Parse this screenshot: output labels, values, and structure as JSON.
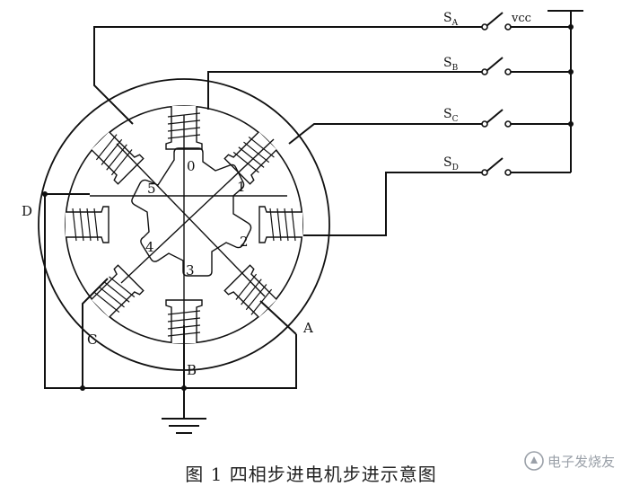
{
  "labels": {
    "sa": "S",
    "sa_sub": "A",
    "sb": "S",
    "sb_sub": "B",
    "sc": "S",
    "sc_sub": "C",
    "sd": "S",
    "sd_sub": "D",
    "vcc": "vcc",
    "phase_a": "A",
    "phase_b": "B",
    "phase_c": "C",
    "phase_d": "D"
  },
  "rotor_teeth": [
    "0",
    "1",
    "2",
    "3",
    "4",
    "5"
  ],
  "caption": "图 1  四相步进电机步进示意图",
  "watermark": "电子发烧友"
}
